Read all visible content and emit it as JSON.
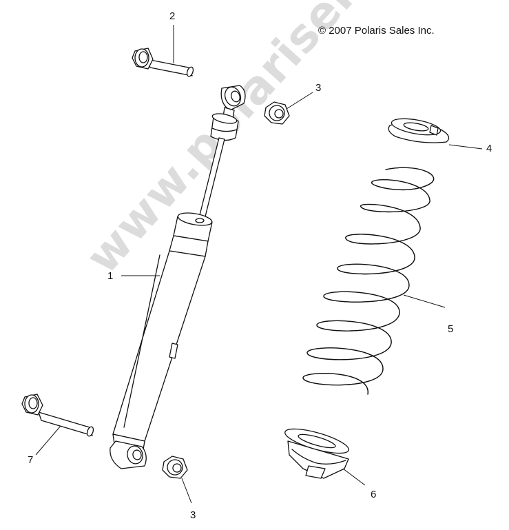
{
  "diagram": {
    "copyright": "© 2007 Polaris Sales Inc.",
    "watermark": "www.polarisersatzteile.de",
    "callouts": [
      {
        "id": "1",
        "label": "1"
      },
      {
        "id": "2",
        "label": "2"
      },
      {
        "id": "3a",
        "label": "3"
      },
      {
        "id": "3b",
        "label": "3"
      },
      {
        "id": "4",
        "label": "4"
      },
      {
        "id": "5",
        "label": "5"
      },
      {
        "id": "6",
        "label": "6"
      },
      {
        "id": "7",
        "label": "7"
      }
    ]
  }
}
